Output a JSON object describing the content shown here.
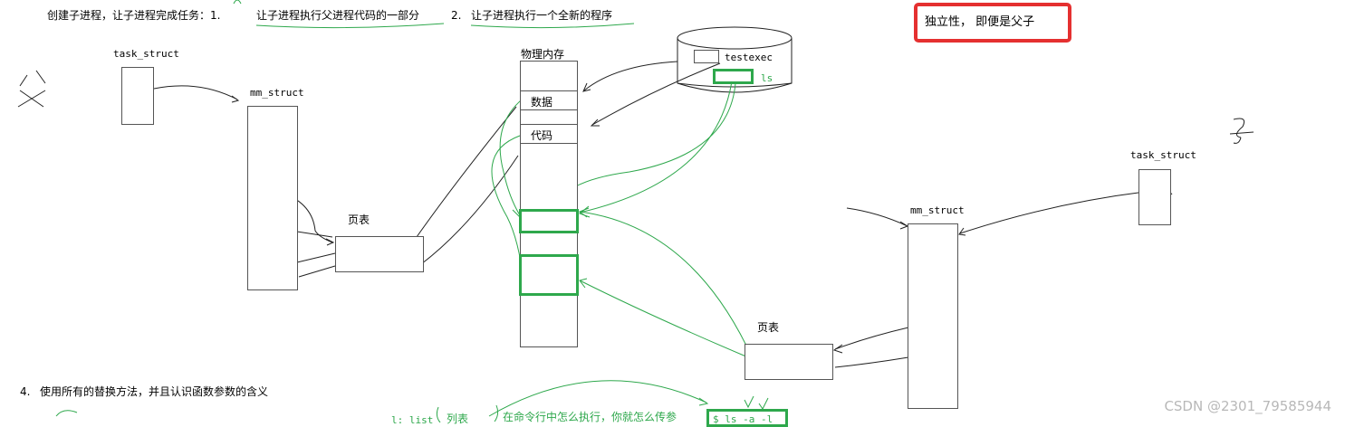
{
  "header": {
    "task_intro": "创建子进程，让子进程完成任务：1.",
    "task1": "让子进程执行父进程代码的一部分",
    "task2_num": "2.",
    "task2": "让子进程执行一个全新的程序"
  },
  "note": {
    "independence": "独立性，  即便是父子"
  },
  "parent": {
    "handwritten_label": "父",
    "task_struct": "task_struct",
    "mm_struct": "mm_struct",
    "page_table": "页表"
  },
  "physical_memory": {
    "title": "物理内存",
    "data_label": "数据",
    "code_label": "代码"
  },
  "disk": {
    "file": "testexec",
    "cmd": "ls"
  },
  "child": {
    "handwritten_label": "子",
    "task_struct": "task_struct",
    "mm_struct": "mm_struct",
    "page_table": "页表"
  },
  "footer": {
    "item4_num": "4.",
    "item4": "使用所有的替换方法，并且认识函数参数的含义",
    "l_list": "l: list",
    "list_word": "列表",
    "cmdline_hint": "在命令行中怎么执行，你就怎么传参",
    "cmd_example": "$ ls -a -l"
  },
  "watermark": "CSDN @2301_79585944"
}
